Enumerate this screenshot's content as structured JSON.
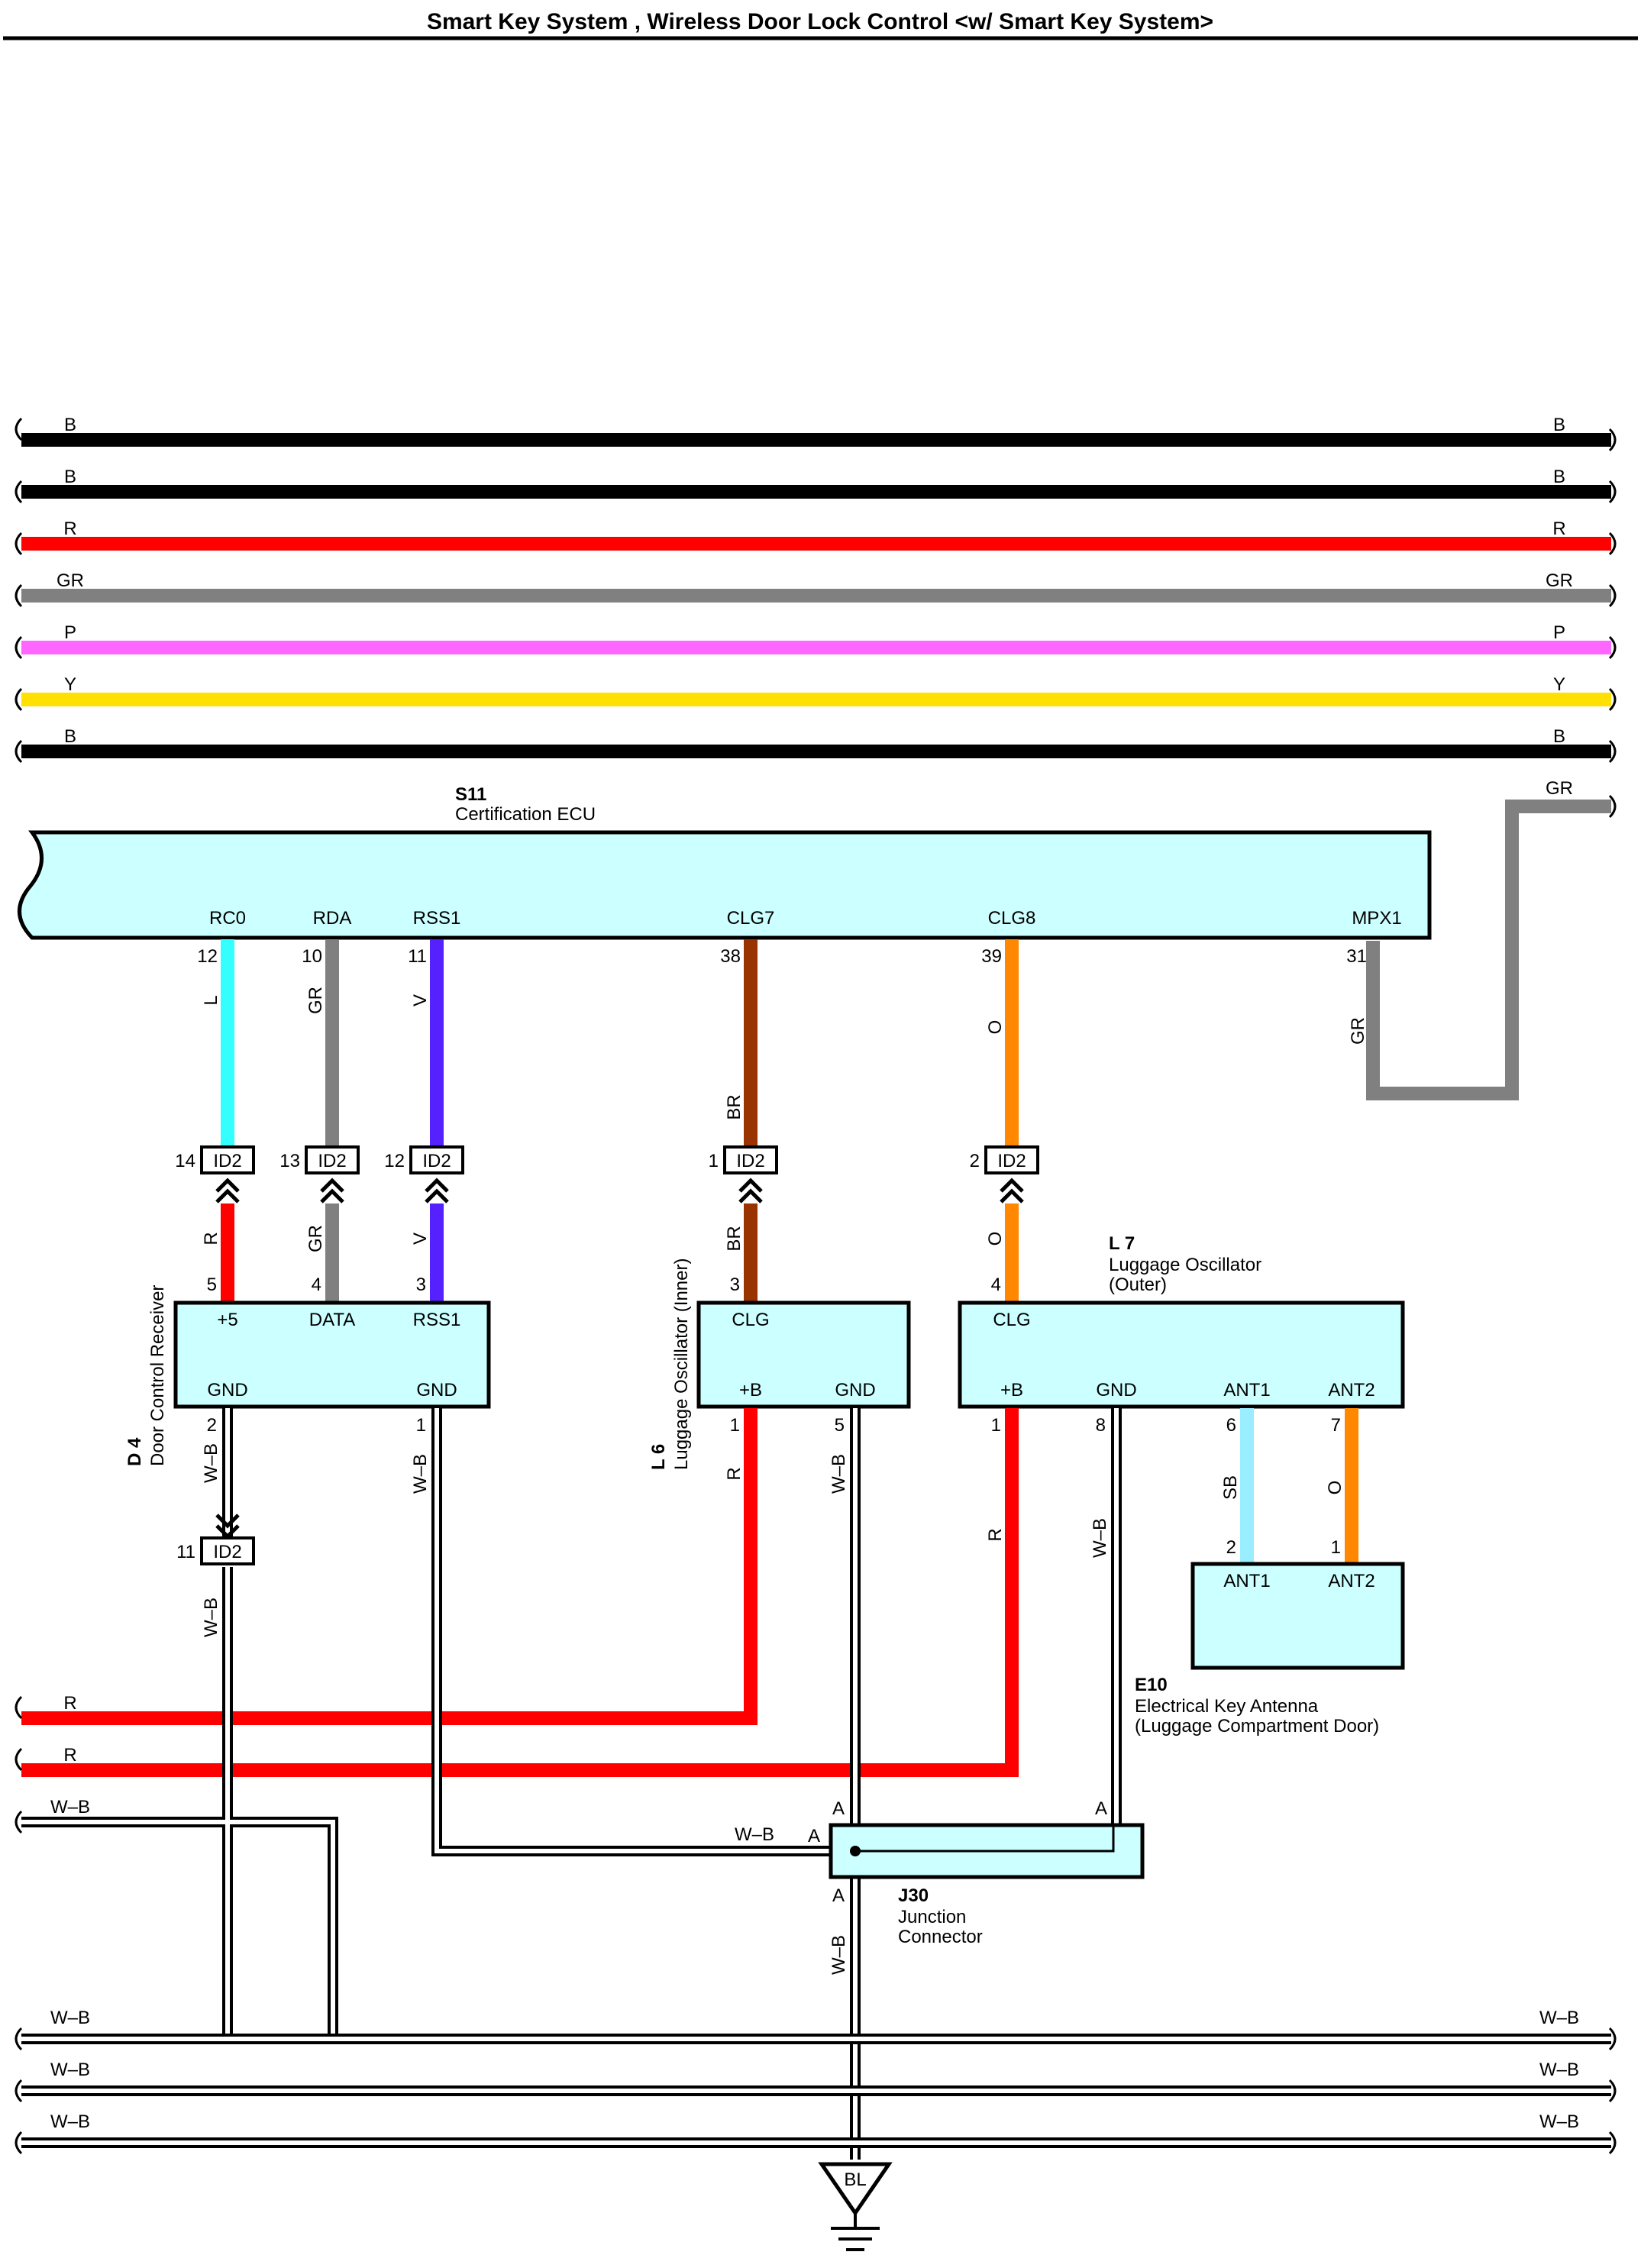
{
  "title": "Smart Key System , Wireless Door Lock Control <w/ Smart Key System>",
  "colors": {
    "B": "#000000",
    "R": "#ff0000",
    "GR": "#808080",
    "P": "#ff66ff",
    "Y": "#ffe000",
    "L": "#33ffff",
    "V": "#5522ff",
    "BR": "#993300",
    "O": "#ff8800",
    "SB": "#99eeff",
    "component_fill": "#ccffff"
  },
  "bus_top": [
    {
      "code": "B",
      "left": "B",
      "right": "B"
    },
    {
      "code": "B",
      "left": "B",
      "right": "B"
    },
    {
      "code": "R",
      "left": "R",
      "right": "R"
    },
    {
      "code": "GR",
      "left": "GR",
      "right": "GR"
    },
    {
      "code": "P",
      "left": "P",
      "right": "P"
    },
    {
      "code": "Y",
      "left": "Y",
      "right": "Y"
    },
    {
      "code": "B",
      "left": "B",
      "right": "B"
    }
  ],
  "gr_branch_label": "GR",
  "components": {
    "s11": {
      "id": "S11",
      "name": "Certification ECU",
      "pins": [
        "RC0",
        "RDA",
        "RSS1",
        "CLG7",
        "CLG8",
        "MPX1"
      ],
      "pin_numbers": [
        "12",
        "10",
        "11",
        "38",
        "39",
        "31"
      ]
    },
    "d4": {
      "id": "D 4",
      "name": "Door Control Receiver",
      "pins_top": [
        "+5",
        "DATA",
        "RSS1"
      ],
      "pins_bottom": [
        "GND",
        "GND"
      ],
      "pin_numbers_top": [
        "5",
        "4",
        "3"
      ],
      "pin_numbers_bottom": [
        "2",
        "1"
      ]
    },
    "l6": {
      "id": "L 6",
      "name": "Luggage Oscillator (Inner)",
      "pins_top": [
        "CLG"
      ],
      "pins_bottom": [
        "+B",
        "GND"
      ],
      "pin_numbers_top": [
        "3"
      ],
      "pin_numbers_bottom": [
        "1",
        "5"
      ]
    },
    "l7": {
      "id": "L 7",
      "name_line1": "Luggage Oscillator",
      "name_line2": "(Outer)",
      "pins_top": [
        "CLG"
      ],
      "pins_bottom": [
        "+B",
        "GND",
        "ANT1",
        "ANT2"
      ],
      "pin_numbers_top": [
        "4"
      ],
      "pin_numbers_bottom": [
        "1",
        "8",
        "6",
        "7"
      ]
    },
    "e10": {
      "id": "E10",
      "name_line1": "Electrical Key Antenna",
      "name_line2": "(Luggage Compartment Door)",
      "pins": [
        "ANT1",
        "ANT2"
      ],
      "pin_numbers": [
        "2",
        "1"
      ]
    },
    "j30": {
      "id": "J30",
      "name_line1": "Junction",
      "name_line2": "Connector",
      "pins": [
        "A",
        "A",
        "A",
        "A"
      ]
    }
  },
  "connectors": [
    {
      "pin": "14",
      "name": "ID2"
    },
    {
      "pin": "13",
      "name": "ID2"
    },
    {
      "pin": "12",
      "name": "ID2"
    },
    {
      "pin": "1",
      "name": "ID2"
    },
    {
      "pin": "2",
      "name": "ID2"
    },
    {
      "pin": "11",
      "name": "ID2"
    }
  ],
  "wire_labels": {
    "rc0_upper": "L",
    "rda_upper": "GR",
    "rss1_upper": "V",
    "clg7_upper": "BR",
    "clg8_upper": "O",
    "mpx1": "GR",
    "rc0_lower": "R",
    "rda_lower": "GR",
    "rss1_lower": "V",
    "clg7_lower": "BR",
    "clg8_lower": "O",
    "d4_gnd2": "W–B",
    "d4_gnd2_lower": "W–B",
    "d4_gnd1": "W–B",
    "l6_b": "R",
    "l6_gnd": "W–B",
    "l7_b": "R",
    "l7_gnd": "W–B",
    "l7_ant1": "SB",
    "l7_ant2": "O",
    "j30_in": "W–B",
    "j30_out": "W–B"
  },
  "bus_mid": [
    {
      "code": "R",
      "label": "R"
    },
    {
      "code": "R",
      "label": "R"
    },
    {
      "code": "W–B",
      "label": "W–B"
    }
  ],
  "bus_bottom": [
    {
      "left": "W–B",
      "right": "W–B"
    },
    {
      "left": "W–B",
      "right": "W–B"
    },
    {
      "left": "W–B",
      "right": "W–B"
    }
  ],
  "ground": {
    "label": "BL"
  }
}
